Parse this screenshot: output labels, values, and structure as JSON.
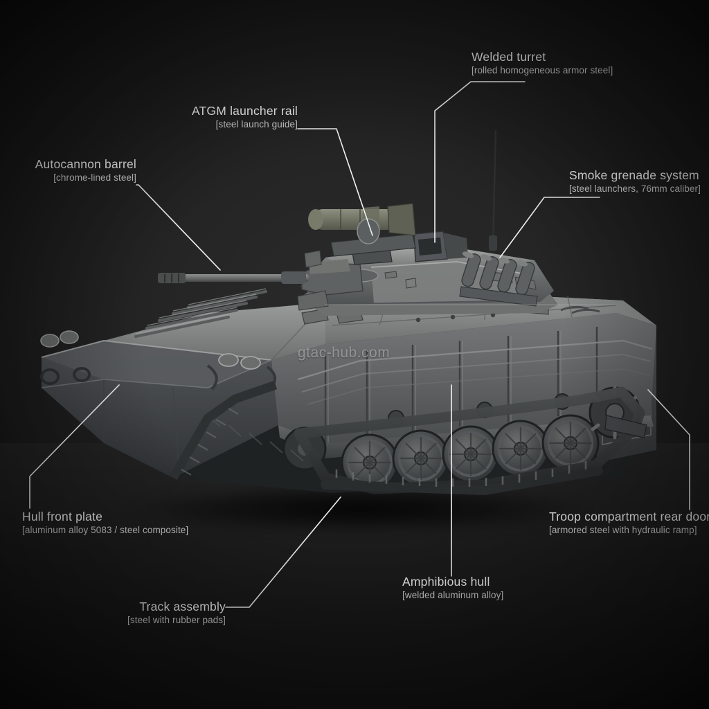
{
  "scene": {
    "subject": "tracked infantry fighting vehicle, three-quarter front-left view",
    "background_color": "#1e1e1e",
    "leader_line_color": "#f2f2f2",
    "title_color": "#f2f0ef",
    "subtitle_color": "#cfcdcc"
  },
  "watermark": {
    "text": "gtac-hub.com"
  },
  "callouts": [
    {
      "id": "welded-turret",
      "title": "Welded turret",
      "spec": "[rolled homogeneous armor steel]",
      "align": "left"
    },
    {
      "id": "atgm-launcher-rail",
      "title": "ATGM launcher rail",
      "spec": "[steel launch guide]",
      "align": "right"
    },
    {
      "id": "autocannon-barrel",
      "title": "Autocannon barrel",
      "spec": "[chrome-lined steel]",
      "align": "right"
    },
    {
      "id": "smoke-grenade-system",
      "title": "Smoke grenade system",
      "spec": "[steel launchers, 76mm caliber]",
      "align": "left"
    },
    {
      "id": "hull-front-plate",
      "title": "Hull front plate",
      "spec": "[aluminum alloy 5083 / steel composite]",
      "align": "left"
    },
    {
      "id": "track-assembly",
      "title": "Track assembly",
      "spec": "[steel with rubber pads]",
      "align": "right"
    },
    {
      "id": "amphibious-hull",
      "title": "Amphibious hull",
      "spec": "[welded aluminum alloy]",
      "align": "left"
    },
    {
      "id": "rear-door",
      "title": "Troop compartment rear door",
      "spec": "[armored steel with hydraulic ramp]",
      "align": "left"
    }
  ]
}
